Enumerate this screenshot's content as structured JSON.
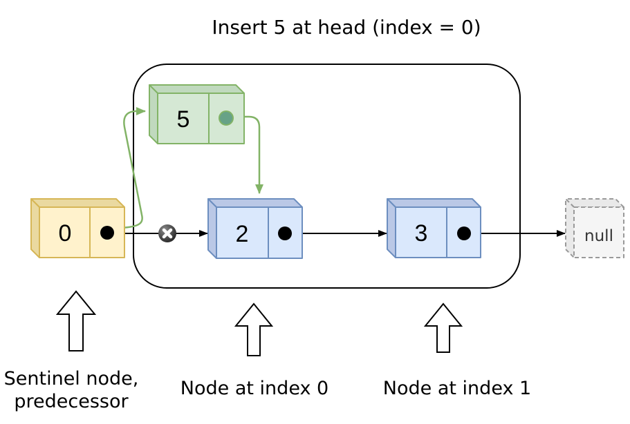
{
  "title": "Insert 5 at head (index = 0)",
  "nodes": {
    "sentinel": {
      "value": "0"
    },
    "new_node": {
      "value": "5"
    },
    "index0": {
      "value": "2"
    },
    "index1": {
      "value": "3"
    },
    "tail": {
      "value": "null"
    }
  },
  "annotations": {
    "sentinel_line1": "Sentinel node,",
    "sentinel_line2": "predecessor",
    "index0": "Node at index 0",
    "index1": "Node at index 1"
  },
  "icons": {
    "broken_link": "x-circle",
    "pointer_dot": "filled-circle"
  },
  "colors": {
    "yellow_fill": "#fff2cc",
    "yellow_side": "#ead9a0",
    "yellow_border": "#d6b656",
    "green_fill": "#d5e8d4",
    "green_side": "#c0d9be",
    "green_border": "#82b366",
    "green_dot": "#67a287",
    "blue_fill": "#dae8fc",
    "blue_side": "#bac8e6",
    "blue_border": "#6c8ebf",
    "null_fill": "#f5f5f5",
    "null_side": "#e9e9e9",
    "null_border": "#999999",
    "black": "#000000",
    "green_arrow": "#82b366",
    "x_badge_dark": "#262626",
    "x_badge_light": "#8a8a8a"
  }
}
